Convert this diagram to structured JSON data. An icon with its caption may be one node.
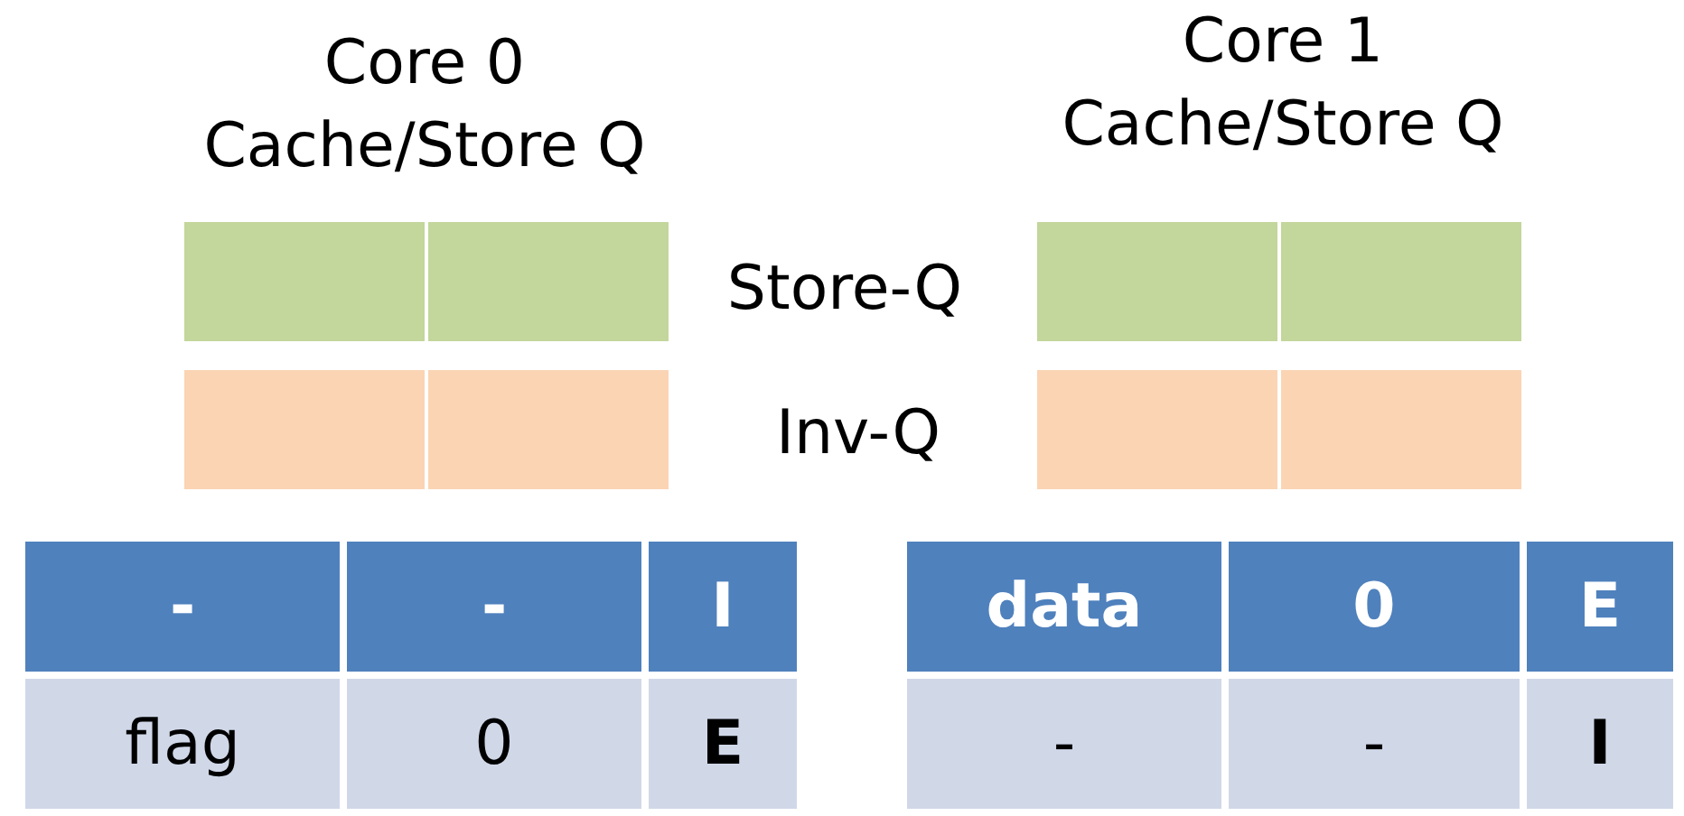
{
  "diagram": {
    "nodes": [
      {
        "text": [],
        "shape": "box"
      },
      {
        "text": [],
        "shape": "box"
      },
      {
        "text": [],
        "shape": "box"
      },
      {
        "text": [],
        "shape": "box"
      },
      {
        "text": [],
        "shape": "box"
      },
      {
        "text": [],
        "shape": "box"
      },
      {
        "text": [],
        "shape": "box"
      },
      {
        "text": [],
        "shape": "box"
      }
    ],
    "labels": [
      "Core 0 Cache/Store Q",
      "Core 1 Cache/Store Q",
      "Store-Q",
      "Inv-Q",
      "-",
      "-",
      "I",
      "flag",
      "0",
      "E",
      "data",
      "0",
      "E",
      "-",
      "-",
      "I"
    ]
  }
}
